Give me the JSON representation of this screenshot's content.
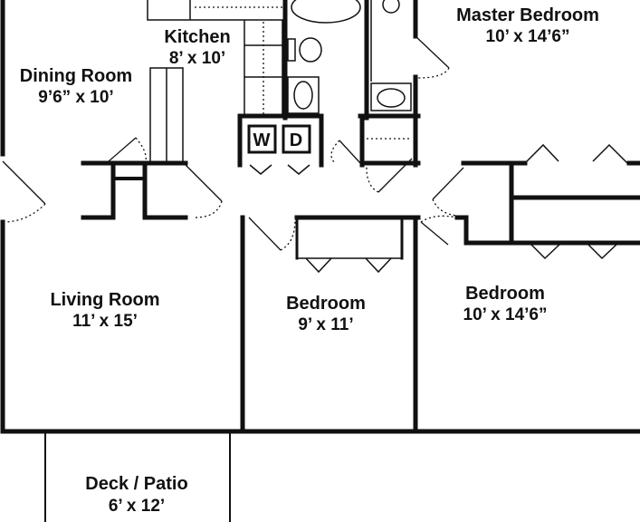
{
  "rooms": {
    "kitchen": {
      "name": "Kitchen",
      "size": "8’ x 10’"
    },
    "dining": {
      "name": "Dining Room",
      "size": "9’6” x 10’"
    },
    "master": {
      "name": "Master Bedroom",
      "size": "10’ x 14’6”"
    },
    "living": {
      "name": "Living Room",
      "size": "11’ x 15’"
    },
    "bedroom_center": {
      "name": "Bedroom",
      "size": "9’ x 11’"
    },
    "bedroom_right": {
      "name": "Bedroom",
      "size": "10’ x 14’6”"
    },
    "deck": {
      "name": "Deck / Patio",
      "size": "6’ x 12’"
    }
  },
  "appliances": {
    "washer": "W",
    "dryer": "D"
  },
  "colors": {
    "line": "#111111",
    "background": "#ffffff"
  }
}
